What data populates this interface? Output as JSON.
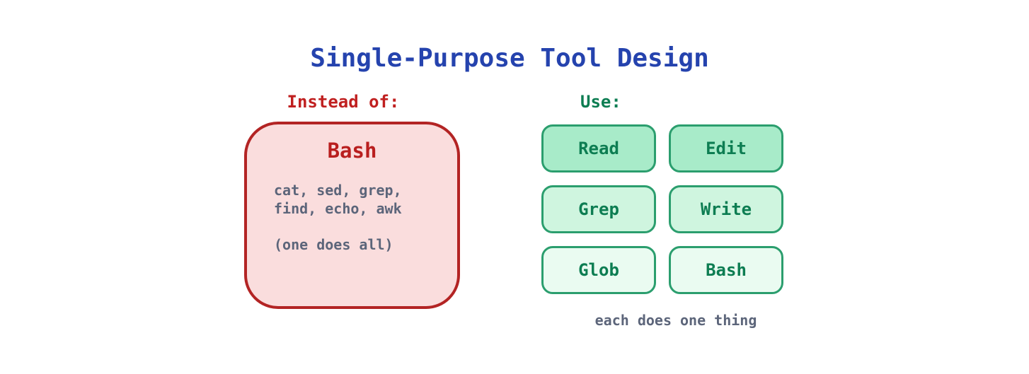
{
  "title": "Single-Purpose Tool Design",
  "left": {
    "label": "Instead of:",
    "box_title": "Bash",
    "lines": [
      "cat, sed, grep,",
      "find, echo, awk"
    ],
    "note": "(one does all)"
  },
  "right": {
    "label": "Use:",
    "tools": [
      {
        "label": "Read",
        "fill": "#a8ebc9"
      },
      {
        "label": "Edit",
        "fill": "#a8ebc9"
      },
      {
        "label": "Grep",
        "fill": "#cff5df"
      },
      {
        "label": "Write",
        "fill": "#cff5df"
      },
      {
        "label": "Glob",
        "fill": "#eafbf1"
      },
      {
        "label": "Bash",
        "fill": "#eafbf1"
      }
    ],
    "caption": "each does one thing"
  },
  "colors": {
    "background": "#ffffff",
    "title_blue": "#2543ae",
    "red_label": "#c02020",
    "red_border": "#b32424",
    "red_box_fill": "#fadddd",
    "green_border": "#2b9e6e",
    "green_text": "#0d7d52",
    "slate_text": "#5c657a"
  }
}
